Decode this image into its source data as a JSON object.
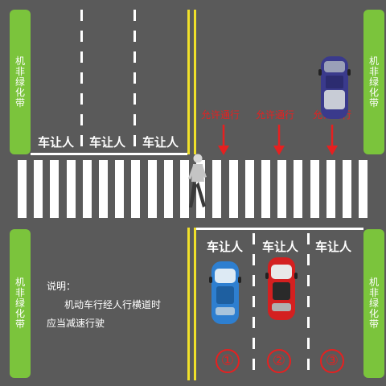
{
  "strip_label": "机非绿化带",
  "yield_label": "车让人",
  "permit_label": "允许通行",
  "note": {
    "title": "说明：",
    "line1": "机动车行经人行横道时",
    "line2": "应当减速行驶"
  },
  "lane_numbers": [
    "①",
    "②",
    "③"
  ],
  "colors": {
    "road": "#5a5a5a",
    "green_belt": "#7bc43c",
    "center_line": "#f0e02a",
    "warning": "#e62020",
    "car_blue": "#2e7fd0",
    "car_red": "#d42020",
    "car_navy": "#3a3a8c"
  }
}
